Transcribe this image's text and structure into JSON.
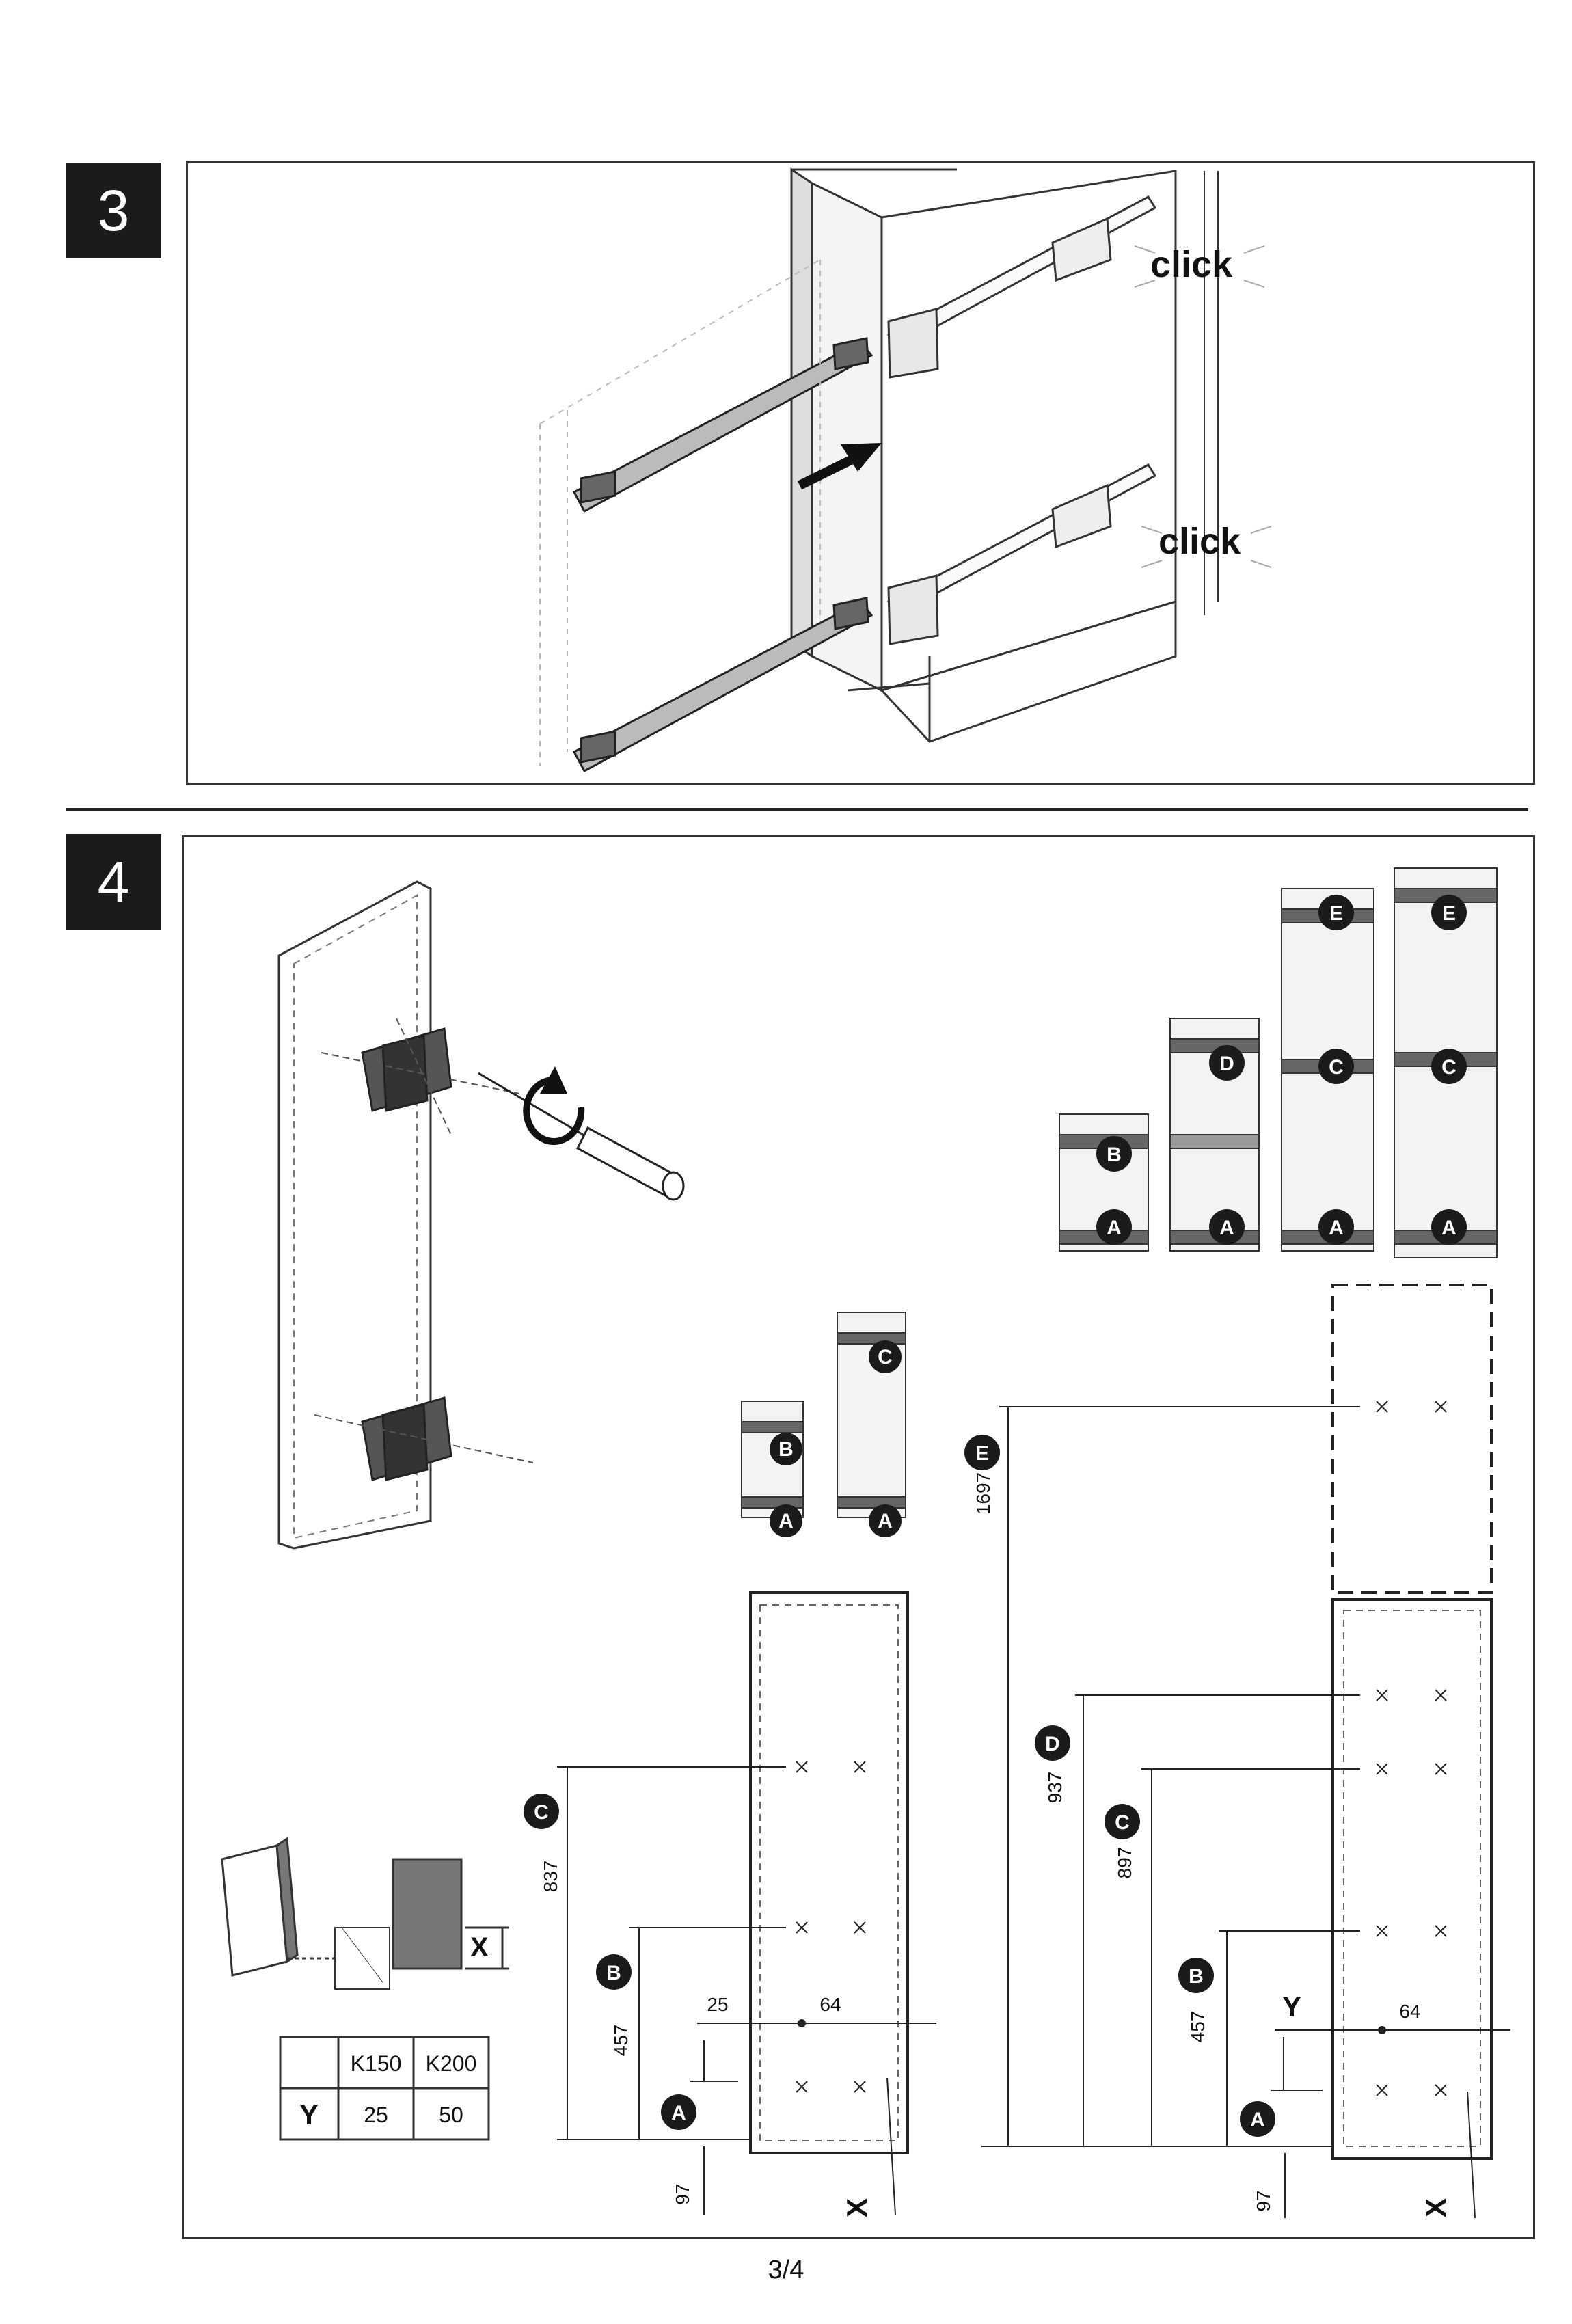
{
  "steps": {
    "step3": {
      "number": "3",
      "labels": {
        "click_top": "click",
        "click_bottom": "click"
      }
    },
    "step4": {
      "number": "4",
      "basket_letters": {
        "group1": [
          "B",
          "A"
        ],
        "group2": [
          "D",
          "A"
        ],
        "group3": [
          "E",
          "C",
          "A"
        ],
        "group4": [
          "E",
          "C",
          "A"
        ],
        "small1": [
          "B",
          "A"
        ],
        "small2": [
          "C",
          "A"
        ]
      },
      "detail": {
        "x_label": "X"
      },
      "table": {
        "headers": [
          "",
          "K150",
          "K200"
        ],
        "rows": [
          {
            "label": "Y",
            "values": [
              "25",
              "50"
            ]
          }
        ]
      },
      "left_drawing": {
        "markers": {
          "c": "C",
          "b": "B",
          "a": "A"
        },
        "dims": {
          "c": "837",
          "b": "457",
          "a": "97",
          "offset": "25",
          "spacing": "64"
        },
        "x_label": "X"
      },
      "right_drawing": {
        "markers": {
          "e": "E",
          "d": "D",
          "c": "C",
          "b": "B",
          "a": "A"
        },
        "dims": {
          "e": "1697",
          "d": "937",
          "c": "897",
          "b": "457",
          "a": "97",
          "spacing": "64"
        },
        "y_label": "Y",
        "x_label": "X"
      }
    }
  },
  "page_number": "3/4"
}
